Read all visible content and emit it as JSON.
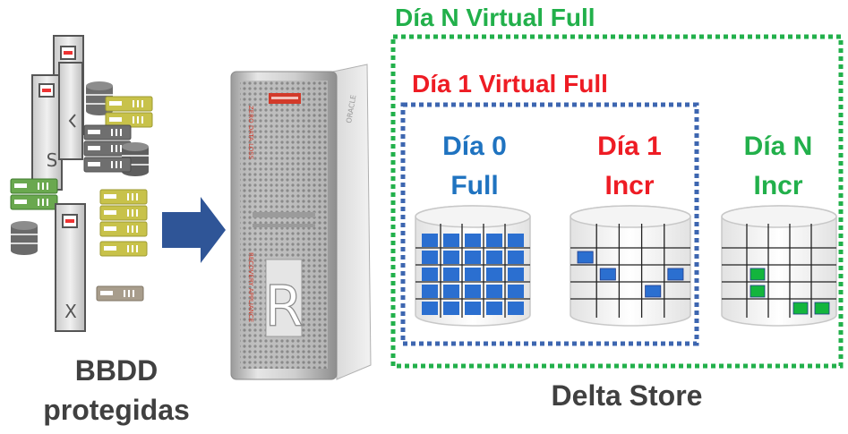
{
  "labels": {
    "dia_n_virtual_full": "Día N Virtual Full",
    "dia_1_virtual_full": "Día 1 Virtual Full",
    "dia_0_line1": "Día 0",
    "dia_0_line2": "Full",
    "dia_1_line1": "Día 1",
    "dia_1_line2": "Incr",
    "dia_n_line1": "Día N",
    "dia_n_line2": "Incr",
    "bbdd_line1": "BBDD",
    "bbdd_line2": "protegidas",
    "delta_store": "Delta Store"
  },
  "appliance": {
    "letter": "R",
    "side_text_top": "ZERO DATA LOSS",
    "side_text_bottom": "RECOVERY APPLIANCE",
    "brand": "ORACLE"
  },
  "servers": {
    "letters": [
      "S",
      "X"
    ]
  },
  "colors": {
    "green": "#22b04b",
    "red": "#ee1c24",
    "blue": "#1f73c0",
    "dark": "#404040",
    "arrow": "#2f5597",
    "block_blue": "#2b6fd0",
    "block_green": "#13b53d",
    "olive": "#c8c24a",
    "olive_dark": "#9d9a30"
  }
}
